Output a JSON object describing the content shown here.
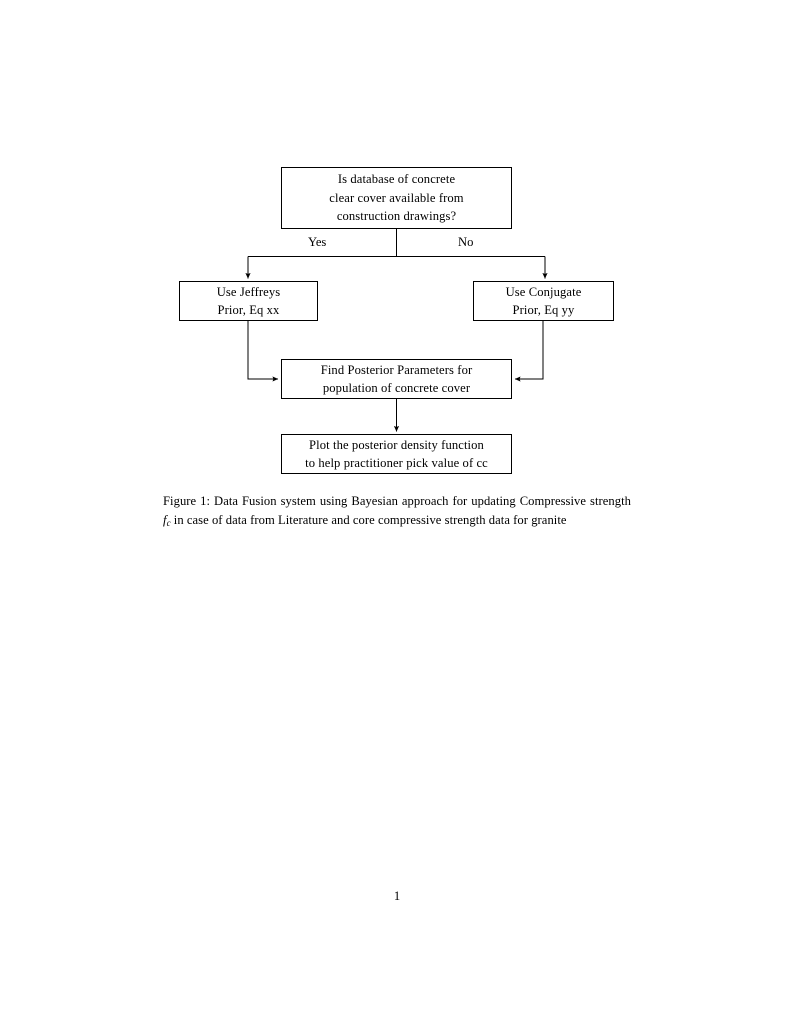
{
  "document": {
    "page_number": "1",
    "background_color": "#ffffff",
    "text_color": "#000000"
  },
  "figure": {
    "type": "flowchart",
    "nodes": [
      {
        "id": "decision",
        "role": "decision",
        "lines": [
          "Is database of concrete",
          "clear cover available from",
          "construction drawings?"
        ]
      },
      {
        "id": "jeffreys",
        "role": "process",
        "lines": [
          "Use Jeffreys",
          "Prior, Eq xx"
        ]
      },
      {
        "id": "conjugate",
        "role": "process",
        "lines": [
          "Use Conjugate",
          "Prior, Eq yy"
        ]
      },
      {
        "id": "posterior",
        "role": "process",
        "lines": [
          "Find Posterior Parameters for",
          "population of concrete cover"
        ]
      },
      {
        "id": "plot",
        "role": "process",
        "lines": [
          "Plot the posterior density function",
          "to help practitioner pick value of cc"
        ]
      }
    ],
    "branch_labels": {
      "yes": "Yes",
      "no": "No"
    },
    "edges": [
      {
        "from": "decision",
        "to": "jeffreys",
        "label": "Yes"
      },
      {
        "from": "decision",
        "to": "conjugate",
        "label": "No"
      },
      {
        "from": "jeffreys",
        "to": "posterior",
        "label": ""
      },
      {
        "from": "conjugate",
        "to": "posterior",
        "label": ""
      },
      {
        "from": "posterior",
        "to": "plot",
        "label": ""
      }
    ],
    "line_color": "#000000"
  },
  "caption": {
    "label": "Figure 1:",
    "part_1": " Data Fusion system using Bayesian approach for updating Compressive strength ",
    "math_symbol": "f",
    "math_subscript": "c",
    "part_2": " in case of data from Literature and core compressive strength data for granite",
    "full_text": "Figure 1: Data Fusion system using Bayesian approach for updating Compressive strength f_c in case of data from Literature and core compressive strength data for granite"
  }
}
